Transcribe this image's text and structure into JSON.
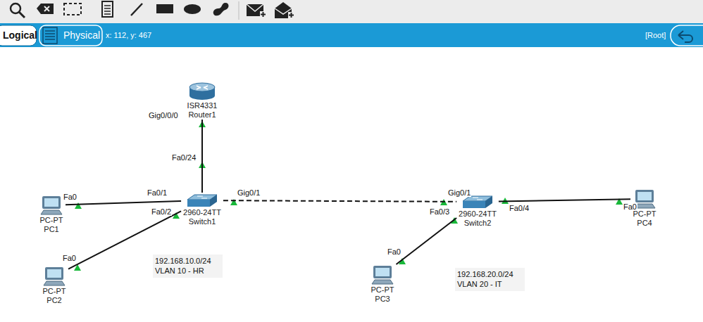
{
  "diagram": {
    "nodes": [
      {
        "text": [
          "ISR4331",
          "Router1"
        ]
      },
      {
        "text": [
          "2960-24TT",
          "Switch1"
        ]
      },
      {
        "text": [
          "2960-24TT",
          "Switch2"
        ]
      },
      {
        "text": [
          "PC-PT",
          "PC1"
        ]
      },
      {
        "text": [
          "PC-PT",
          "PC2"
        ]
      },
      {
        "text": [
          "PC-PT",
          "PC3"
        ]
      },
      {
        "text": [
          "PC-PT",
          "PC4"
        ]
      }
    ],
    "edges": [
      {
        "from": 0,
        "to": 1,
        "arrow": "none"
      },
      {
        "from": 1,
        "to": 3,
        "arrow": "none"
      },
      {
        "from": 1,
        "to": 4,
        "arrow": "none"
      },
      {
        "from": 1,
        "to": 2,
        "arrow": "none"
      },
      {
        "from": 2,
        "to": 5,
        "arrow": "none"
      },
      {
        "from": 2,
        "to": 6,
        "arrow": "none"
      }
    ],
    "labels": [
      "Logical",
      "Physical",
      "x: 112, y: 467",
      "[Root]",
      "Gig0/0/0",
      "Fa0/24",
      "Fa0/1",
      "Fa0/2",
      "Gig0/1",
      "Fa0",
      "Fa0",
      "Gig0/1",
      "Fa0/3",
      "Fa0/4",
      "Fa0",
      "Fa0",
      "192.168.10.0/24",
      "VLAN 10 - HR",
      "192.168.20.0/24",
      "VLAN 20 - IT"
    ]
  }
}
